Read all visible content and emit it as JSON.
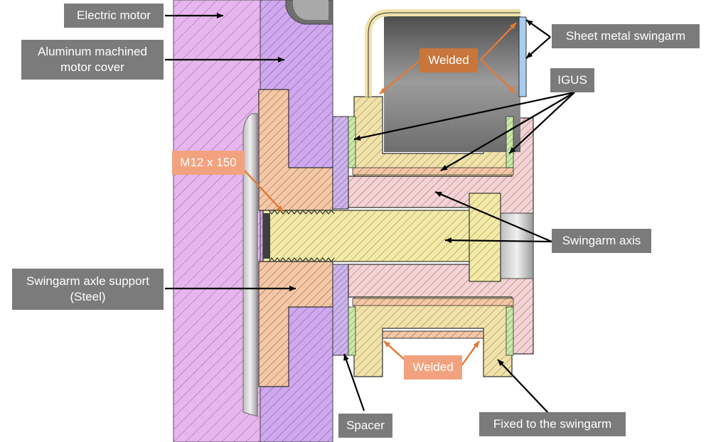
{
  "colors": {
    "label_bg": "#7b7b7b",
    "label_text": "#ffffff",
    "welded_top_bg": "#c8763c",
    "welded_bottom_bg": "#f3a27f",
    "bolt_label_bg": "#f3a27f",
    "motor_fill": "#e7b6ee",
    "cover_fill": "#cfa8ee",
    "support_fill": "#f4c8a6",
    "bolt_fill": "#f3eaa7",
    "swingarm_fill": "#f1e2aa",
    "axis_fill": "#f3d3d3",
    "igus_fill": "#cbe9a8",
    "spacer_fill": "#cdb4ea",
    "sheet_fill": "#a9cdf2",
    "orange_arrow": "#e37a35"
  },
  "labels": {
    "electric_motor": "Electric motor",
    "motor_cover_line1": "Aluminum machined",
    "motor_cover_line2": "motor cover",
    "bolt": "M12 x 150",
    "axle_support_line1": "Swingarm axle support",
    "axle_support_line2": "(Steel)",
    "spacer": "Spacer",
    "welded_top": "Welded",
    "welded_bottom": "Welded",
    "sheet_metal": "Sheet metal swingarm",
    "igus": "IGUS",
    "swingarm_axis": "Swingarm axis",
    "fixed": "Fixed to the swingarm"
  }
}
